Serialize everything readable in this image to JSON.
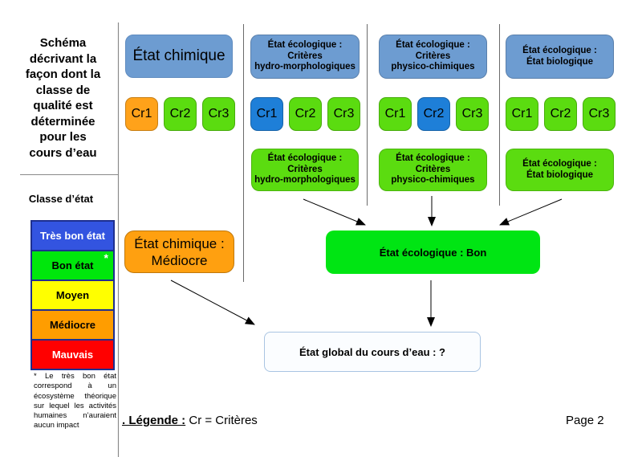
{
  "sidebar": {
    "title_block": "Schéma\ndécrivant la\nfaçon dont la\nclasse de\nqualité est\ndéterminée\npour les\ncours d’eau",
    "classe_label": "Classe d’état",
    "footnote": "* Le très bon état correspond à un écosystème théorique sur lequel les activités humaines n’auraient aucun impact"
  },
  "scale": [
    {
      "label": "Très bon état",
      "color": "#3354e0",
      "text_color": "#ffffff",
      "marker": ""
    },
    {
      "label": "Bon état",
      "color": "#00e70c",
      "text_color": "#000000",
      "marker": "*"
    },
    {
      "label": "Moyen",
      "color": "#ffff00",
      "text_color": "#000000",
      "marker": ""
    },
    {
      "label": "Médiocre",
      "color": "#ff9d00",
      "text_color": "#000000",
      "marker": ""
    },
    {
      "label": "Mauvais",
      "color": "#ff0000",
      "text_color": "#ffffff",
      "marker": ""
    }
  ],
  "columns": [
    {
      "header": "État chimique",
      "criteria": [
        {
          "label": "Cr1",
          "color": "#ffa21a"
        },
        {
          "label": "Cr2",
          "color": "#5bdc10"
        },
        {
          "label": "Cr3",
          "color": "#5bdc10"
        }
      ]
    },
    {
      "header": "État écologique :\nCritères\nhydro-morphologiques",
      "criteria": [
        {
          "label": "Cr1",
          "color": "#1e7fd8"
        },
        {
          "label": "Cr2",
          "color": "#5bdc10"
        },
        {
          "label": "Cr3",
          "color": "#5bdc10"
        }
      ],
      "result": "État écologique :\nCritères\nhydro-morphologiques"
    },
    {
      "header": "État écologique :\nCritères\nphysico-chimiques",
      "criteria": [
        {
          "label": "Cr1",
          "color": "#5bdc10"
        },
        {
          "label": "Cr2",
          "color": "#1e7fd8"
        },
        {
          "label": "Cr3",
          "color": "#5bdc10"
        }
      ],
      "result": "État écologique :\nCritères\nphysico-chimiques"
    },
    {
      "header": "État écologique :\nÉtat biologique",
      "criteria": [
        {
          "label": "Cr1",
          "color": "#5bdc10"
        },
        {
          "label": "Cr2",
          "color": "#5bdc10"
        },
        {
          "label": "Cr3",
          "color": "#5bdc10"
        }
      ],
      "result": "État écologique :\nÉtat biologique"
    }
  ],
  "results": {
    "chemical": "État chimique :\nMédiocre",
    "ecological": "État écologique : Bon",
    "global": "État global du cours d’eau : ?"
  },
  "legend": {
    "label": ". Légende :",
    "text": " Cr = Critères"
  },
  "page_number": "Page 2",
  "colors": {
    "header_blue": "#6d9cd1",
    "chartreuse": "#5bdc10",
    "result_orange": "#ffa010",
    "result_green": "#00e513"
  }
}
